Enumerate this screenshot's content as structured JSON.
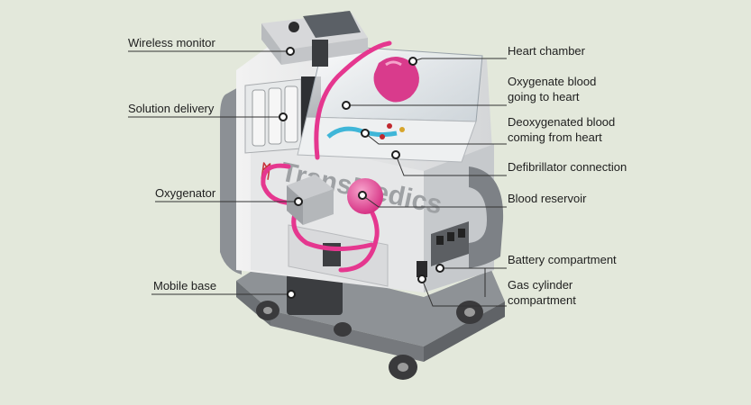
{
  "labels": {
    "wireless_monitor": "Wireless monitor",
    "solution_delivery": "Solution delivery",
    "oxygenator": "Oxygenator",
    "mobile_base": "Mobile base",
    "heart_chamber": "Heart chamber",
    "oxygenate_blood_l1": "Oxygenate blood",
    "oxygenate_blood_l2": "going to heart",
    "deoxygenated_blood_l1": "Deoxygenated blood",
    "deoxygenated_blood_l2": "coming from heart",
    "defibrillator_connection": "Defibrillator connection",
    "blood_reservoir": "Blood reservoir",
    "battery_compartment": "Battery compartment",
    "gas_cylinder_l1": "Gas cylinder",
    "gas_cylinder_l2": "compartment"
  },
  "device": {
    "brand_text": "TransMedics"
  },
  "colors": {
    "background": "#e3e8db",
    "tubing": "#e5378f",
    "callout_line": "#333333",
    "blue_tubing": "#3fb6d8"
  }
}
